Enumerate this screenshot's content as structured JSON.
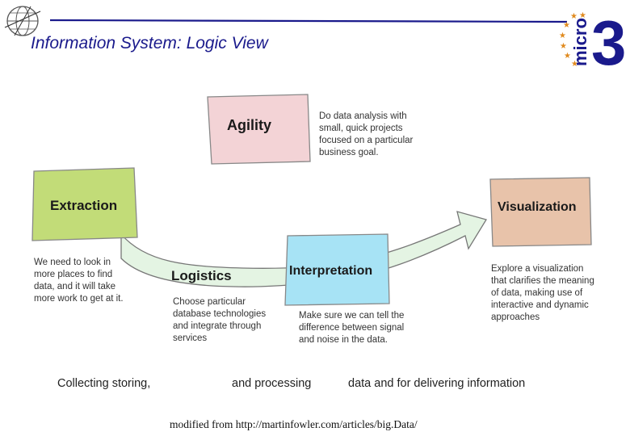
{
  "header": {
    "title": "Information System: Logic View",
    "logo_right_text": "micro",
    "logo_right_number": "3"
  },
  "diagram": {
    "boxes": {
      "agility": "Agility",
      "extraction": "Extraction",
      "logistics": "Logistics",
      "interpretation": "Interpretation",
      "visualization": "Visualization"
    },
    "notes": {
      "agility": [
        "Do data analysis with",
        "small, quick projects",
        "focused on a particular",
        "business goal."
      ],
      "extraction": [
        "We need to look in",
        "more places to find",
        "data, and it will take",
        "more work to get at it."
      ],
      "logistics": [
        "Choose particular",
        "database technologies",
        "and integrate through",
        "services"
      ],
      "interpretation": [
        "Make sure we can tell the",
        "difference between signal",
        "and noise in the data."
      ],
      "visualization": [
        "Explore a visualization",
        "that clarifies the meaning",
        "of data, making use of",
        "interactive and dynamic",
        "approaches"
      ]
    },
    "colors": {
      "agility": "#f3d3d6",
      "extraction": "#c2dc78",
      "interpretation": "#a7e3f5",
      "visualization": "#e8c3aa",
      "arrow": "#e4f4e3",
      "title": "#1a1a8c"
    }
  },
  "captions": {
    "part1": "Collecting storing,",
    "part2": "and processing",
    "part3": "data and for delivering information"
  },
  "source": "modified from http://martinfowler.com/articles/big.Data/"
}
